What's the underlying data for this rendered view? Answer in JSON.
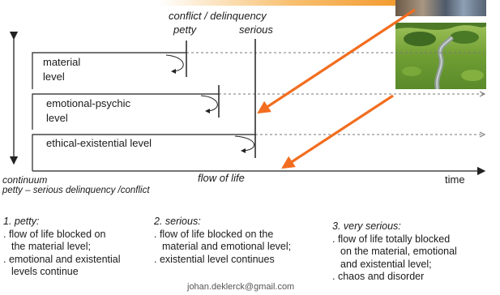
{
  "diagram": {
    "top_heading": "conflict / delinquency",
    "petty_label": "petty",
    "serious_label": "serious",
    "levels": [
      {
        "line1": "material",
        "line2": "level"
      },
      {
        "line1": "emotional-psychic",
        "line2": "level"
      },
      {
        "line1": "ethical-existential level",
        "line2": ""
      }
    ],
    "continuum_label": "continuum",
    "continuum_sub": "petty – serious delinquency /conflict",
    "flow_label": "flow of life",
    "time_label": "time"
  },
  "columns": [
    {
      "heading": "1. petty:",
      "lines": [
        ". flow of life blocked on",
        "  the material level;",
        ". emotional and existential",
        "  levels continue"
      ]
    },
    {
      "heading": "2. serious:",
      "lines": [
        ". flow of life blocked on the",
        "  material and emotional level;",
        ". existential level continues"
      ]
    },
    {
      "heading": "3. very serious:",
      "lines": [
        ". flow of life totally blocked",
        "  on the material, emotional",
        "  and existential level;",
        ". chaos and disorder"
      ]
    }
  ],
  "footer": {
    "email": "johan.deklerck@gmail.com"
  },
  "colors": {
    "arrow": "#f26d1f",
    "gradient_bar": "#f6a23a"
  }
}
